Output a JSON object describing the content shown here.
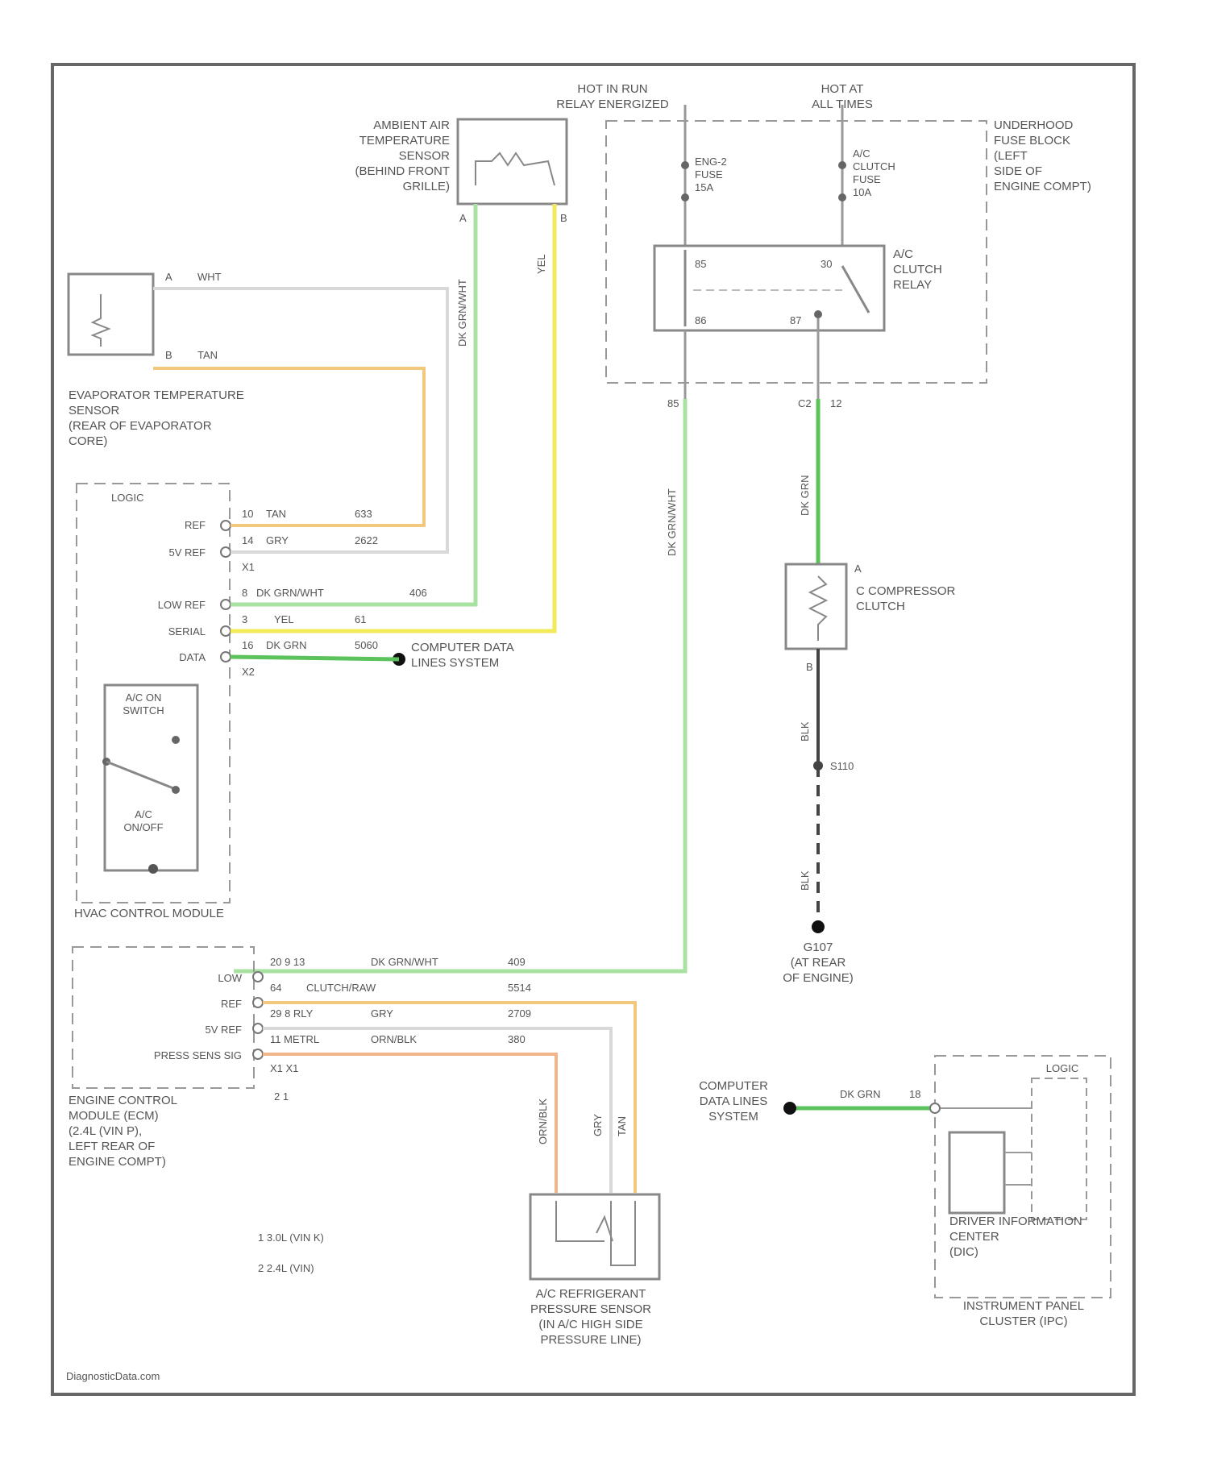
{
  "footer": {
    "watermark": "DiagnosticData.com"
  },
  "colors": {
    "frame": "#666666",
    "wire_lt_green": "#a8e2a0",
    "wire_dk_green": "#5cc25c",
    "wire_yellow": "#f3ea5a",
    "wire_tan": "#f2c87e",
    "wire_gray": "#d8d8d8",
    "wire_orange": "#f0b58a",
    "wire_black": "#444444"
  },
  "power": {
    "hot_run": "HOT IN RUN / RELAY ENERGIZED",
    "hot_always": "HOT AT / ALL TIMES"
  },
  "underhood_fuse_block": {
    "label": "UNDERHOOD / FUSE BLOCK / (LEFT / SIDE OF / ENGINE COMPT)"
  },
  "fuse_eng": {
    "label": "ENG-2 / FUSE / 15A"
  },
  "fuse_ac": {
    "label": "A/C / CLUTCH / FUSE / 10A"
  },
  "ac_clutch_relay": {
    "label": "A/C / CLUTCH / RELAY",
    "pins": [
      "85",
      "30",
      "86",
      "87"
    ]
  },
  "ambient_sensor": {
    "label": "AMBIENT AIR / TEMPERATURE / SENSOR / (BEHIND FRONT / GRILLE)",
    "pin_a": "A",
    "pin_b": "B"
  },
  "evap_sensor": {
    "label": "EVAPORATOR TEMPERATURE / SENSOR / (REAR OF EVAPORATOR / CORE)",
    "pin_a": "A",
    "pin_a_color": "WHT",
    "pin_b": "B",
    "pin_b_color": "TAN"
  },
  "hvac": {
    "label": "HVAC CONTROL MODULE",
    "logic": "LOGIC",
    "switch_on": "A/C ON / SWITCH",
    "switch_on_alt": "A/C / ON/OFF",
    "connector_x1": "X1",
    "connector_x2": "X2",
    "pins": [
      {
        "name": "REF",
        "num": "10",
        "color": "TAN",
        "circuit": "633"
      },
      {
        "name": "5V REF",
        "num": "14",
        "color": "GRY",
        "circuit": "2622"
      },
      {
        "name": "LOW REF",
        "num": "8",
        "color": "DK GRN/WHT",
        "circuit": "406"
      },
      {
        "name": "SERIAL",
        "num": "3",
        "color": "YEL",
        "circuit": "61"
      },
      {
        "name": "DATA",
        "num": "16",
        "color": "DK GRN",
        "circuit": "5060"
      }
    ]
  },
  "computer_data_1": {
    "label": "COMPUTER DATA / LINES SYSTEM"
  },
  "compressor_clutch": {
    "label": "C COMPRESSOR / CLUTCH",
    "pin_a": "A",
    "pin_b": "B"
  },
  "ground": {
    "splice": "S110",
    "label": "G107 / (AT REAR / OF ENGINE)"
  },
  "wire_labels": {
    "amb_a": "DK GRN/WHT",
    "amb_b": "YEL",
    "relay_86_out": "DK GRN/WHT",
    "relay_87_out": "DK GRN",
    "clutch_gnd": "BLK",
    "clutch_gnd2": "BLK",
    "relay_pin_a": "85",
    "relay_pin_b": "C2",
    "relay_pin_c": "12"
  },
  "ecm": {
    "label": "ENGINE CONTROL / MODULE (ECM) / (2.4L (VIN P), / LEFT REAR OF / ENGINE COMPT)",
    "connectors": "X1   X1",
    "notes": "2    1",
    "pins": [
      {
        "name": "LOW",
        "num": "20 9 13",
        "color": "DK GRN/WHT",
        "circuit": "409"
      },
      {
        "name": "REF",
        "num": "64",
        "color": "CLUTCH/RAW",
        "circuit": "5514"
      },
      {
        "name": "5V REF",
        "num": "29 8 RLY",
        "color": "GRY",
        "circuit": "2709"
      },
      {
        "name": "PRESS SENS SIG",
        "num": "11 METRL",
        "color": "ORN/BLK",
        "circuit": "380"
      }
    ]
  },
  "pressure_sensor": {
    "label": "A/C REFRIGERANT / PRESSURE SENSOR / (IN A/C HIGH SIDE / PRESSURE LINE)",
    "wire_a": "ORN/BLK",
    "wire_b": "GRY",
    "wire_c": "TAN"
  },
  "computer_data_2": {
    "label": "COMPUTER / DATA LINES / SYSTEM",
    "wire": "DK GRN",
    "pin": "18"
  },
  "ipc": {
    "label": "INSTRUMENT PANEL / CLUSTER (IPC)",
    "logic": "LOGIC",
    "dic": "DRIVER INFORMATION / CENTER / (DIC)"
  },
  "notes": {
    "n1": "1   3.0L (VIN K)",
    "n2": "2   2.4L (VIN)"
  }
}
